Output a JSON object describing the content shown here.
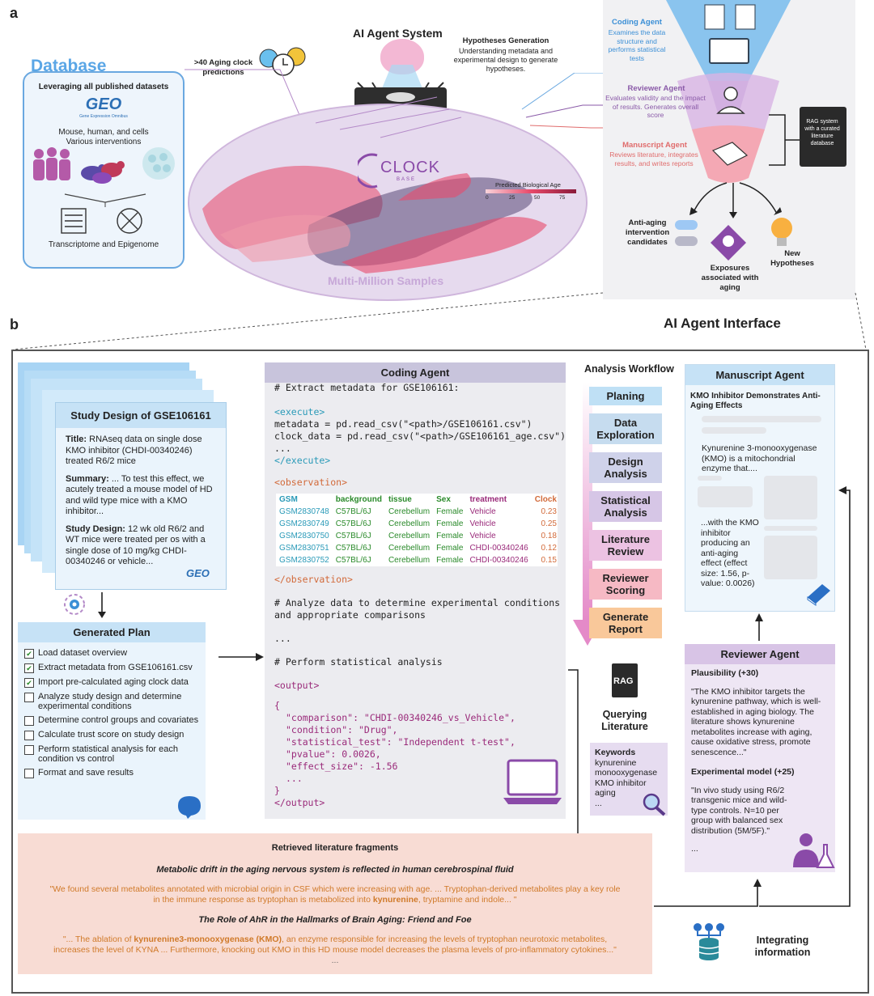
{
  "labels": {
    "a": "a",
    "b": "b"
  },
  "panel_a": {
    "database": {
      "title": "Database",
      "subtitle": "Leveraging all published datasets",
      "geo_logo": "GEO",
      "geo_sub": "Gene Expression Omnibus",
      "line1": "Mouse, human, and cells",
      "line2": "Various interventions",
      "footer": "Transcriptome and Epigenome"
    },
    "clock_predictions": ">40 Aging clock predictions",
    "ai_system_title": "AI Agent System",
    "hypotheses": {
      "title": "Hypotheses Generation",
      "body": "Understanding metadata and experimental design to generate hypotheses."
    },
    "clockbase_logo": "CLOCK",
    "clockbase_sub": "BASE",
    "legend": {
      "title": "Predicted Biological Age",
      "ticks": [
        "0",
        "25",
        "50",
        "75"
      ]
    },
    "multi_million": "Multi-Million Samples",
    "coding_agent": {
      "title": "Coding Agent",
      "body": "Examines the data structure and performs statistical tests"
    },
    "reviewer_agent": {
      "title": "Reviewer Agent",
      "body": "Evaluates validity and the impact of results. Generates overall score"
    },
    "manuscript_agent": {
      "title": "Manuscript Agent",
      "body": "Reviews literature, integrates results, and writes reports"
    },
    "rag_system": "RAG system with a curated literature database",
    "outputs": {
      "anti_aging": "Anti-aging intervention candidates",
      "exposures": "Exposures associated with aging",
      "new_hyp": "New Hypotheses"
    },
    "colors": {
      "coding": "#3b8fd6",
      "reviewer": "#8a5aa8",
      "manuscript": "#e06c6c"
    }
  },
  "panel_b": {
    "title": "AI Agent Interface",
    "study_design": {
      "header": "Study Design of GSE106161",
      "title_label": "Title:",
      "title_text": "RNAseq data on single dose KMO inhibitor (CHDI-00340246) treated R6/2 mice",
      "summary_label": "Summary:",
      "summary_text": "... To test this effect, we acutely treated a mouse model of HD and wild type mice with a KMO inhibitor...",
      "design_label": "Study Design:",
      "design_text": "12 wk old R6/2 and WT mice were treated per os with a single dose of 10 mg/kg CHDI-00340246 or vehicle...",
      "geo_logo": "GEO"
    },
    "plan": {
      "header": "Generated Plan",
      "items": [
        {
          "label": "Load dataset overview",
          "checked": true
        },
        {
          "label": "Extract metadata from GSE106161.csv",
          "checked": true
        },
        {
          "label": "Import pre-calculated aging clock data",
          "checked": true
        },
        {
          "label": "Analyze study design and determine experimental conditions",
          "checked": false
        },
        {
          "label": "Determine control groups and covariates",
          "checked": false
        },
        {
          "label": "Calculate trust score on study design",
          "checked": false
        },
        {
          "label": "Perform statistical analysis for each condition vs control",
          "checked": false
        },
        {
          "label": "Format and save results",
          "checked": false
        }
      ]
    },
    "coding": {
      "header": "Coding Agent",
      "comment1": "# Extract metadata for GSE106161:",
      "exec_open": "<execute>",
      "code1": "metadata = pd.read_csv(\"<path>/GSE106161.csv\")",
      "code2": "clock_data = pd.read_csv(\"<path>/GSE106161_age.csv\")",
      "ellipsis": "...",
      "exec_close": "</execute>",
      "obs_open": "<observation>",
      "obs_close": "</observation>",
      "table": {
        "headers": [
          "GSM",
          "background",
          "tissue",
          "Sex",
          "treatment",
          "Clock"
        ],
        "rows": [
          [
            "GSM2830748",
            "C57BL/6J",
            "Cerebellum",
            "Female",
            "Vehicle",
            "0.23"
          ],
          [
            "GSM2830749",
            "C57BL/6J",
            "Cerebellum",
            "Female",
            "Vehicle",
            "0.25"
          ],
          [
            "GSM2830750",
            "C57BL/6J",
            "Cerebellum",
            "Female",
            "Vehicle",
            "0.18"
          ],
          [
            "GSM2830751",
            "C57BL/6J",
            "Cerebellum",
            "Female",
            "CHDI-00340246",
            "0.12"
          ],
          [
            "GSM2830752",
            "C57BL/6J",
            "Cerebellum",
            "Female",
            "CHDI-00340246",
            "0.15"
          ]
        ]
      },
      "comment2": "# Analyze data to determine experimental conditions",
      "comment2b": "and appropriate comparisons",
      "ellipsis2": "...",
      "comment3": "# Perform statistical analysis",
      "out_open": "<output>",
      "brace_open": "{",
      "json1": "\"comparison\": \"CHDI-00340246_vs_Vehicle\",",
      "json2": "\"condition\": \"Drug\",",
      "json3": "\"statistical_test\": \"Independent t-test\",",
      "json4": "\"pvalue\": 0.0026,",
      "json5": "\"effect_size\": -1.56",
      "ellipsis3": "...",
      "brace_close": "}",
      "out_close": "</output>"
    },
    "workflow": {
      "title": "Analysis Workflow",
      "steps": [
        {
          "label": "Planing",
          "color": "#bfe0f5"
        },
        {
          "label": "Data Exploration",
          "color": "#c6dcef"
        },
        {
          "label": "Design Analysis",
          "color": "#cfd2ea"
        },
        {
          "label": "Statistical Analysis",
          "color": "#d6c6e6"
        },
        {
          "label": "Literature Review",
          "color": "#ecc2e2"
        },
        {
          "label": "Reviewer Scoring",
          "color": "#f6b9c4"
        },
        {
          "label": "Generate Report",
          "color": "#f9c89a"
        }
      ]
    },
    "querying": {
      "rag": "RAG",
      "title": "Querying Literature",
      "kw_title": "Keywords",
      "kw1": "kynurenine",
      "kw2": "monooxygenase",
      "kw3": "KMO inhibitor",
      "kw4": "aging",
      "kw5": "..."
    },
    "manuscript": {
      "header": "Manuscript Agent",
      "title": "KMO Inhibitor Demonstrates Anti-Aging Effects",
      "para1": "Kynurenine 3-monooxygenase (KMO) is a mitochondrial enzyme that....",
      "para2": "...with the KMO inhibitor producing an anti-aging effect (effect size: 1.56, p-value: 0.0026)"
    },
    "reviewer": {
      "header": "Reviewer Agent",
      "plaus": "Plausibility (+30)",
      "plaus_text": "\"The KMO inhibitor targets the kynurenine pathway, which is well-established in aging biology. The literature shows kynurenine metabolites increase with aging, cause oxidative stress, promote senescence...\"",
      "model": "Experimental model (+25)",
      "model_text": "\"In vivo study using R6/2 transgenic mice and wild-type controls. N=10 per group with balanced sex distribution (5M/5F).\"",
      "ellipsis": "..."
    },
    "literature": {
      "header": "Retrieved literature fragments",
      "title1": "Metabolic drift in the aging nervous system is reflected in human cerebrospinal fluid",
      "quote1a": "\"We found several metabolites annotated with microbial origin in CSF which were increasing with age. ... Tryptophan-derived metabolites play a key role",
      "quote1b_pre": "in the immune response as tryptophan is metabolized into ",
      "quote1b_bold": "kynurenine",
      "quote1b_post": ", tryptamine and indole... \"",
      "title2": "The Role of AhR in the Hallmarks of Brain Aging: Friend and Foe",
      "quote2a_pre": "\"... The ablation of ",
      "quote2a_bold": "kynurenine3-monooxygenase (KMO)",
      "quote2a_post": ", an enzyme responsible for increasing the levels of tryptophan neurotoxic metabolites,",
      "quote2b": "increases the level of KYNA ... Furthermore, knocking out KMO in this HD mouse model decreases the plasma levels of pro-inflammatory cytokines...\"",
      "ellipsis": "..."
    },
    "integrating": "Integrating information"
  }
}
